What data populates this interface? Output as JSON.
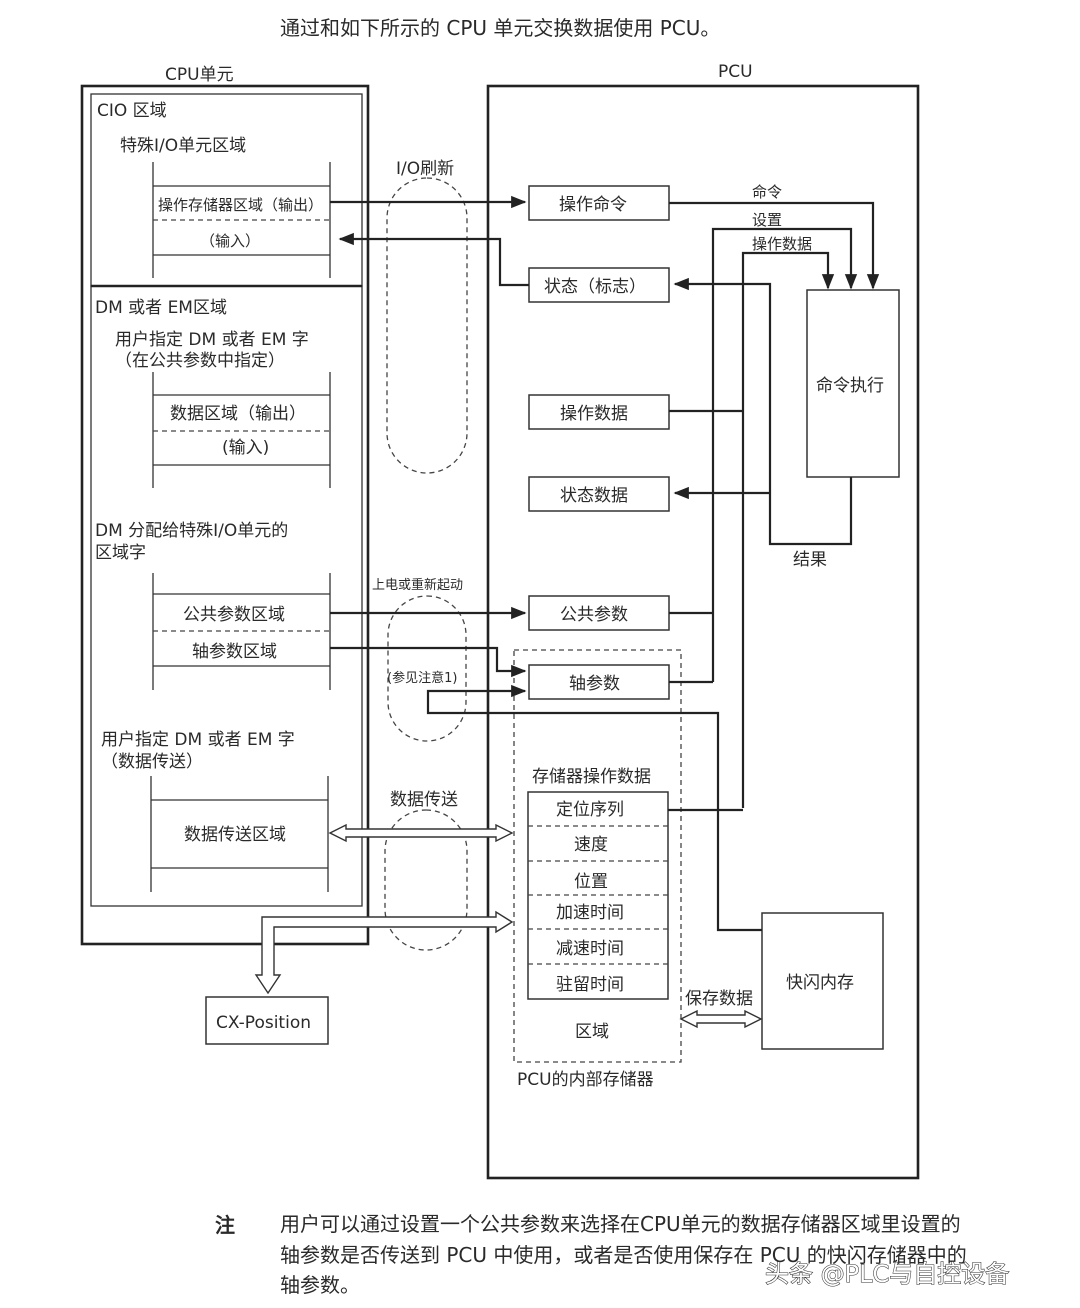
{
  "intro": "通过和如下所示的 CPU 单元交换数据使用 PCU。",
  "cpu_unit": {
    "title": "CPU单元",
    "cio": {
      "title": "CIO 区域",
      "subtitle": "特殊I/O单元区域",
      "rows": [
        "操作存储器区域（输出）",
        "（输入）"
      ]
    },
    "dm_em": {
      "title": "DM 或者 EM区域",
      "user_line1": "用户指定 DM 或者 EM 字",
      "user_line2": "（在公共参数中指定）",
      "rows": [
        "数据区域（输出）",
        "(输入)"
      ],
      "assigned_line1": "DM 分配给特殊I/O单元的",
      "assigned_line2": "区域字",
      "param_rows": [
        "公共参数区域",
        "轴参数区域"
      ],
      "transfer_line1": "用户指定 DM 或者 EM 字",
      "transfer_line2": "（数据传送）",
      "transfer_row": "数据传送区域"
    }
  },
  "channels": {
    "io_refresh": "I/O刷新",
    "power_on": "上电或重新起动",
    "see_note": "(参见注意1)",
    "data_transfer": "数据传送"
  },
  "pcu": {
    "title": "PCU",
    "boxes": {
      "op_command": "操作命令",
      "status_flags": "状态（标志）",
      "op_data": "操作数据",
      "status_data": "状态数据",
      "common_params": "公共参数",
      "axis_params": "轴参数",
      "cmd_exec": "命令执行",
      "flash": "快闪内存"
    },
    "wire_labels": {
      "command": "命令",
      "setting": "设置",
      "op_data": "操作数据",
      "result": "结果",
      "save_data": "保存数据"
    },
    "memory_ops": {
      "title": "存储器操作数据",
      "rows": [
        "定位序列",
        "速度",
        "位置",
        "加速时间",
        "减速时间",
        "驻留时间"
      ],
      "area": "区域"
    },
    "internal_memory": "PCU的内部存储器"
  },
  "cx_position": "CX-Position",
  "note": {
    "mark": "注",
    "lines": [
      "用户可以通过设置一个公共参数来选择在CPU单元的数据存储器区域里设置的",
      "轴参数是否传送到 PCU 中使用，或者是否使用保存在 PCU 的快闪存储器中的",
      "轴参数。"
    ]
  },
  "watermark": "头条 @PLC与自控设备"
}
